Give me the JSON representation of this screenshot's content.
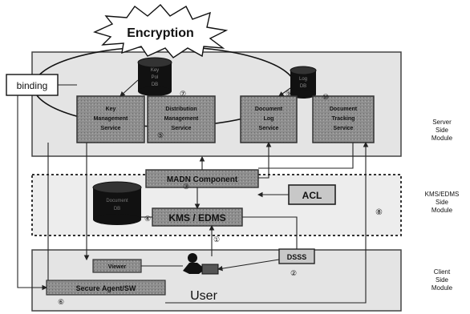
{
  "diagram": {
    "burst_label": "Encryption",
    "binding_label": "binding",
    "server_boxes": [
      {
        "line1": "Key",
        "line2": "Management",
        "line3": "Service"
      },
      {
        "line1": "Distribution",
        "line2": "Management",
        "line3": "Service"
      },
      {
        "line1": "Document",
        "line2": "Log",
        "line3": "Service"
      },
      {
        "line1": "Document",
        "line2": "Tracking",
        "line3": "Service"
      }
    ],
    "db_top_lines": [
      "Key",
      "Pol",
      "DB"
    ],
    "db_right_lines": [
      "Log",
      "DB"
    ],
    "db_mid_lines": [
      "Document",
      "DB"
    ],
    "madn_label": "MADN Component",
    "acl_label": "ACL",
    "kms_label": "KMS / EDMS",
    "client_small_label": "Viewer",
    "client_agent_label": "Secure Agent/SW",
    "dsss_label": "DSSS",
    "user_label": "User",
    "step_marks": [
      "①",
      "②",
      "③",
      "④",
      "⑤",
      "⑥",
      "⑦",
      "⑧",
      "⑨",
      "⑩"
    ],
    "side_labels": {
      "server": [
        "Server",
        "Side",
        "Module"
      ],
      "kms": [
        "KMS/EDMS",
        "Side",
        "Module"
      ],
      "client": [
        "Client",
        "Side",
        "Module"
      ]
    }
  }
}
